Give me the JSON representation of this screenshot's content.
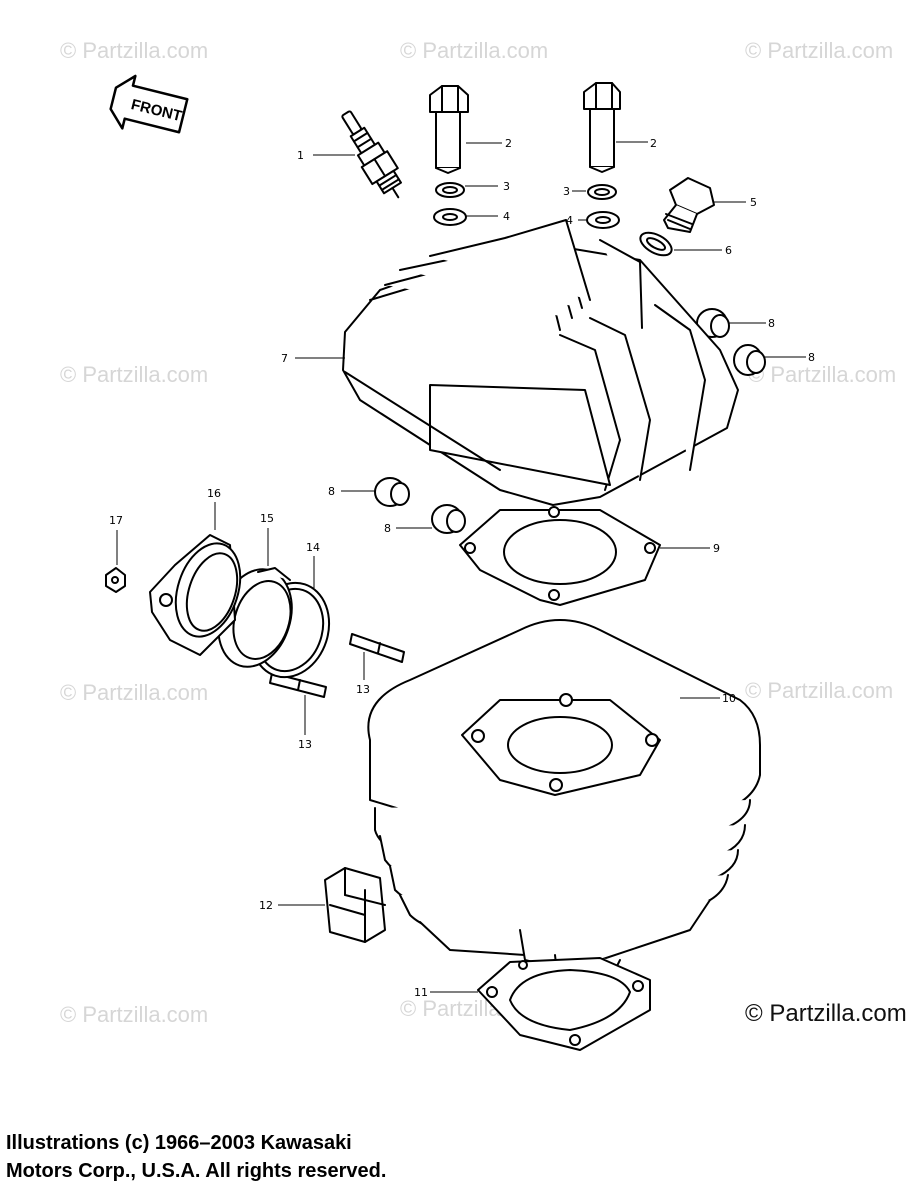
{
  "watermark": "© Partzilla.com",
  "front_label": "FRONT",
  "callouts": {
    "c1": "1",
    "c2a": "2",
    "c2b": "2",
    "c3a": "3",
    "c3b": "3",
    "c4a": "4",
    "c4b": "4",
    "c5": "5",
    "c6": "6",
    "c7": "7",
    "c8a": "8",
    "c8b": "8",
    "c8c": "8",
    "c8d": "8",
    "c9": "9",
    "c10": "10",
    "c11": "11",
    "c12": "12",
    "c13a": "13",
    "c13b": "13",
    "c14": "14",
    "c15": "15",
    "c16": "16",
    "c17": "17"
  },
  "credit": {
    "line1": "Illustrations (c) 1966–2003 Kawasaki",
    "line2": "Motors Corp., U.S.A.  All rights reserved."
  }
}
